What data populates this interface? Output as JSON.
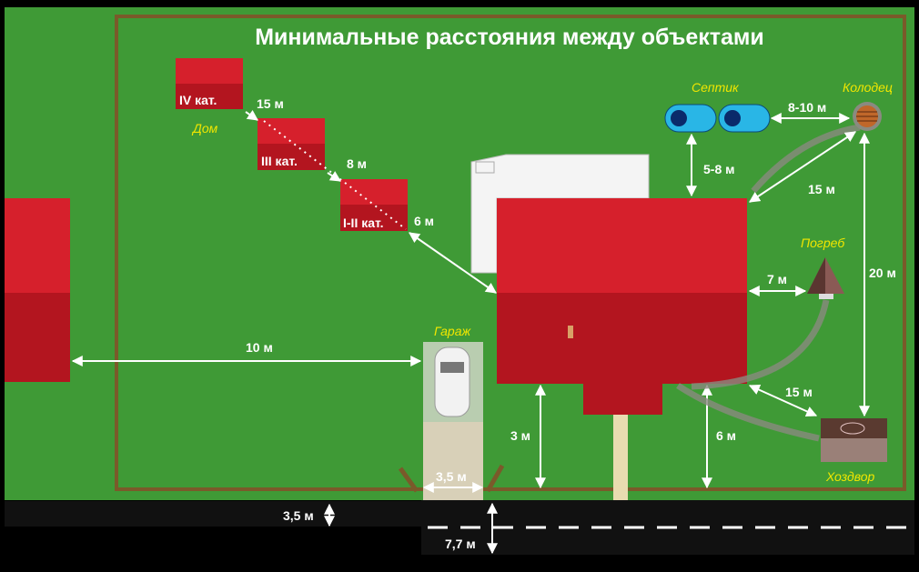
{
  "title": "Минимальные расстояния между объектами",
  "houses": {
    "cat4": "IV кат.",
    "cat3": "III кат.",
    "cat12": "I-II кат.",
    "house_label": "Дом"
  },
  "objects": {
    "septic": "Септик",
    "well": "Колодец",
    "cellar": "Погреб",
    "garage": "Гараж",
    "yard": "Хоздвор"
  },
  "distances": {
    "d_cat4_cat3": "15 м",
    "d_cat3_cat12": "8 м",
    "d_cat12_main": "6 м",
    "d_neighbor_garage": "10 м",
    "d_septic_house": "5-8 м",
    "d_septic_well": "8-10 м",
    "d_well_house": "15 м",
    "d_house_cellar": "7 м",
    "d_well_yard": "20 м",
    "d_house_yard": "15 м",
    "d_house_fence": "3 м",
    "d_yard_path": "6 м",
    "d_gate": "3,5 м",
    "d_road_left": "3,5 м",
    "d_road_right": "7,7 м"
  },
  "colors": {
    "grass": "#3f9a36",
    "roof_light": "#d6202c",
    "roof_dark": "#b3151f",
    "fence": "#7a5a2a",
    "septic": "#29b6e6",
    "label_yellow": "#f0e600"
  }
}
